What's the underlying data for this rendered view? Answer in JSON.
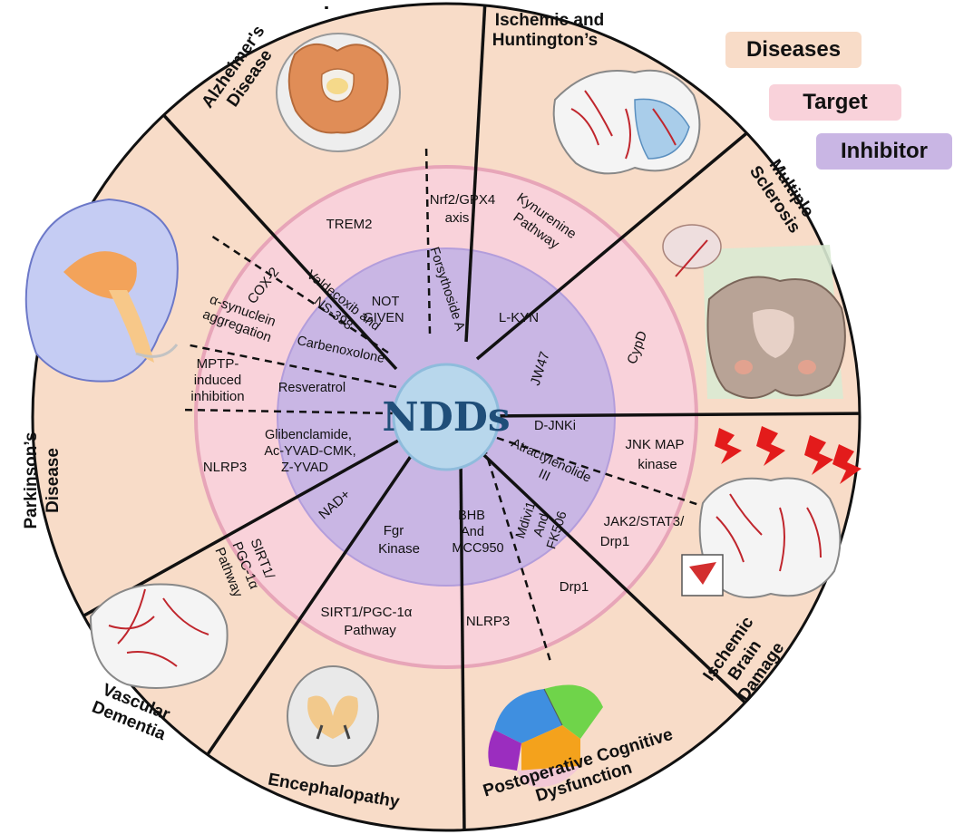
{
  "center_label": "NDDs",
  "legend": [
    {
      "label": "Diseases",
      "color": "#f8dcc8"
    },
    {
      "label": "Target",
      "color": "#f9d2da"
    },
    {
      "label": "Inhibitor",
      "color": "#c9b6e4"
    }
  ],
  "colors": {
    "disease_ring": "#f8dcc8",
    "target_ring": "#f9d2da",
    "inhibitor_ring": "#c9b6e4",
    "hub": "#b8d7ec",
    "ring_line": "#e7a5b8"
  },
  "diseases": [
    "Alzheimer's Disease",
    "Ischemic and Huntington's",
    "Multiple Sclerosis",
    "Ischemic Brain Damage",
    "Postoperative Cognitive Dysfunction",
    "Encephalopathy",
    "Vascular Dementia",
    "Parkinson's Disease"
  ],
  "targets": [
    "TREM2",
    "Nrf2/GPX4 axis",
    "Kynurenine Pathway",
    "CypD",
    "JNK MAP kinase",
    "JAK2/STAT3/ Drp1",
    "Drp1",
    "NLRP3",
    "SIRT1/PGC-1α Pathway",
    "SIRT1/ PGC-1α Pathway",
    "NLRP3",
    "MPTP-induced inhibition",
    "α-synuclein aggregation",
    "COX-2"
  ],
  "inhibitors": [
    "NOT GIVEN",
    "Forsythoside A",
    "L-KYN",
    "JW47",
    "D-JNKi",
    "Atractylenolide III",
    "Mdivi1 And FK506",
    "BHB And MCC950",
    "Fgr Kinase",
    "NAD+",
    "Glibenclamide, Ac-YVAD-CMK, Z-YVAD",
    "Resveratrol",
    "Carbenoxolone",
    "Valdecoxib and NS-398"
  ],
  "illustrations": [
    "brain-coronal-alzheimers",
    "brain-coronal-ischemic",
    "brain-multiple-sclerosis",
    "brain-ischemic-damage",
    "lightning-bolts",
    "brain-lobes-colored",
    "brain-encephalopathy",
    "brain-vascular",
    "brain-sagittal-parkinsons"
  ]
}
